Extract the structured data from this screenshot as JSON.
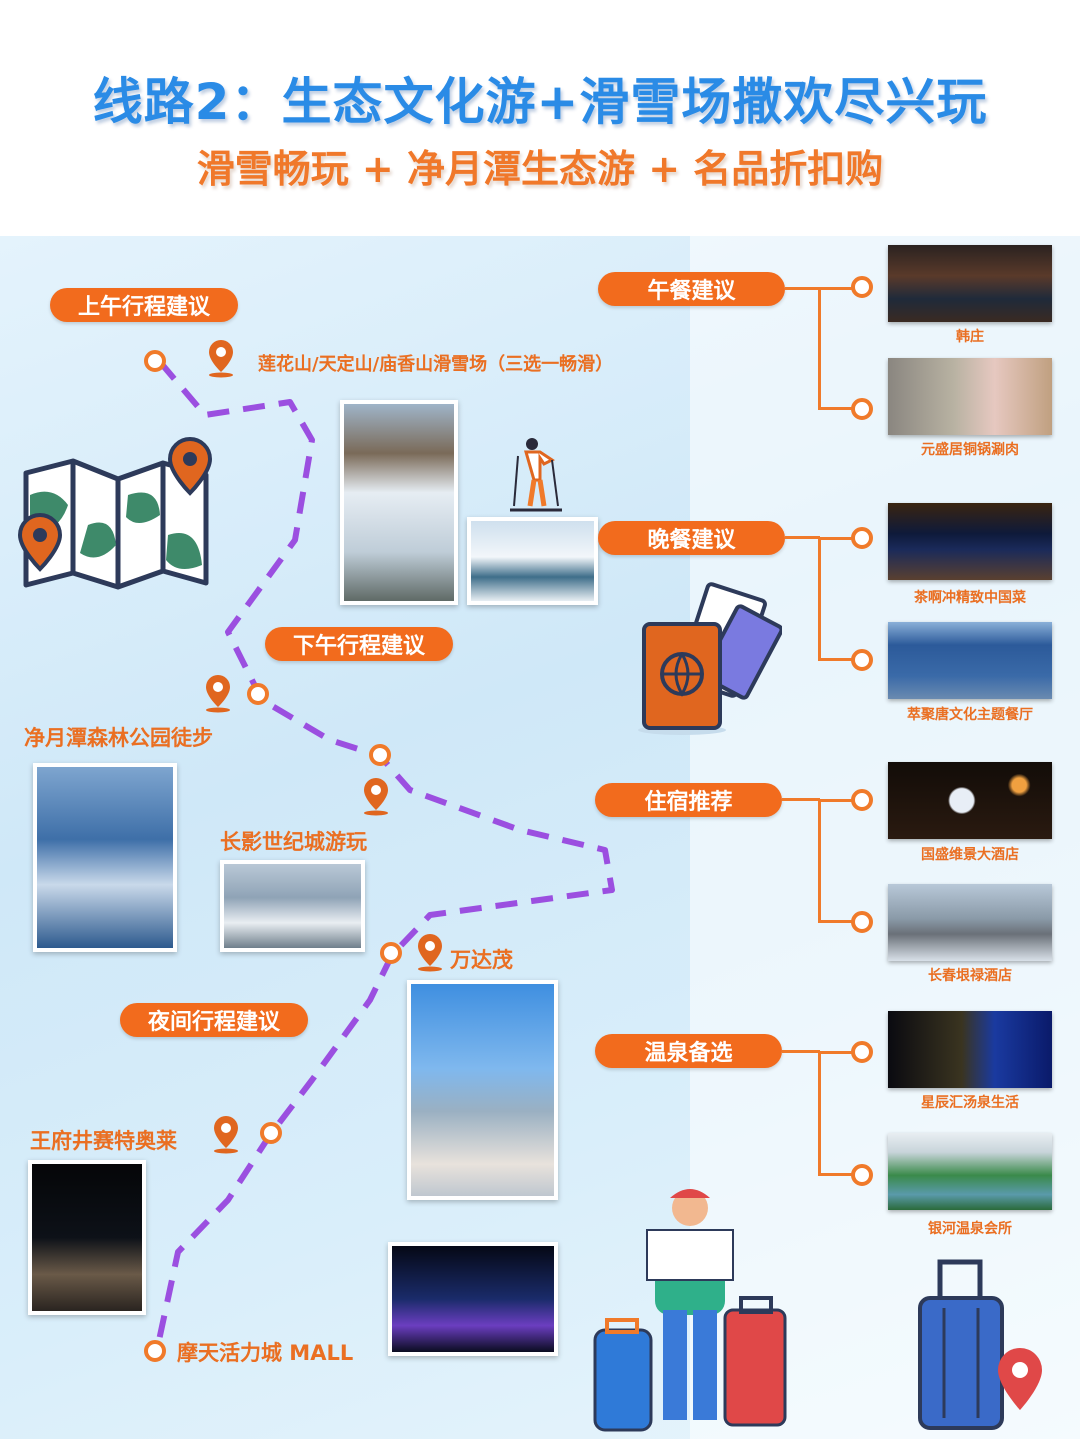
{
  "header": {
    "title": "线路2：生态文化游+滑雪场撒欢尽兴玩",
    "subtitle": "滑雪畅玩 + 净月潭生态游 + 名品折扣购"
  },
  "colors": {
    "title": "#2a8be6",
    "accent": "#f26b1d",
    "route": "#9b4fe0",
    "background": "#d6ecfa"
  },
  "schedule": {
    "morning": {
      "label": "上午行程建议",
      "stops": [
        "莲花山/天定山/庙香山滑雪场（三选一畅滑）"
      ]
    },
    "afternoon": {
      "label": "下午行程建议",
      "stops": [
        "净月潭森林公园徒步",
        "长影世纪城游玩"
      ]
    },
    "evening": {
      "label": "夜间行程建议",
      "stops": [
        "万达茂",
        "王府井赛特奥莱",
        "摩天活力城 MALL"
      ]
    }
  },
  "recommendations": [
    {
      "label": "午餐建议",
      "items": [
        "韩庄",
        "元盛居铜锅涮肉"
      ]
    },
    {
      "label": "晚餐建议",
      "items": [
        "茶啊冲精致中国菜",
        "萃聚唐文化主题餐厅"
      ]
    },
    {
      "label": "住宿推荐",
      "items": [
        "国盛维景大酒店",
        "长春垠禄酒店"
      ]
    },
    {
      "label": "温泉备选",
      "items": [
        "星辰汇汤泉生活",
        "银河温泉会所"
      ]
    }
  ],
  "icons": [
    "map-icon",
    "location-pin-icon",
    "passport-icon",
    "ticket-icon",
    "skier-icon",
    "traveler-icon",
    "luggage-icon"
  ]
}
